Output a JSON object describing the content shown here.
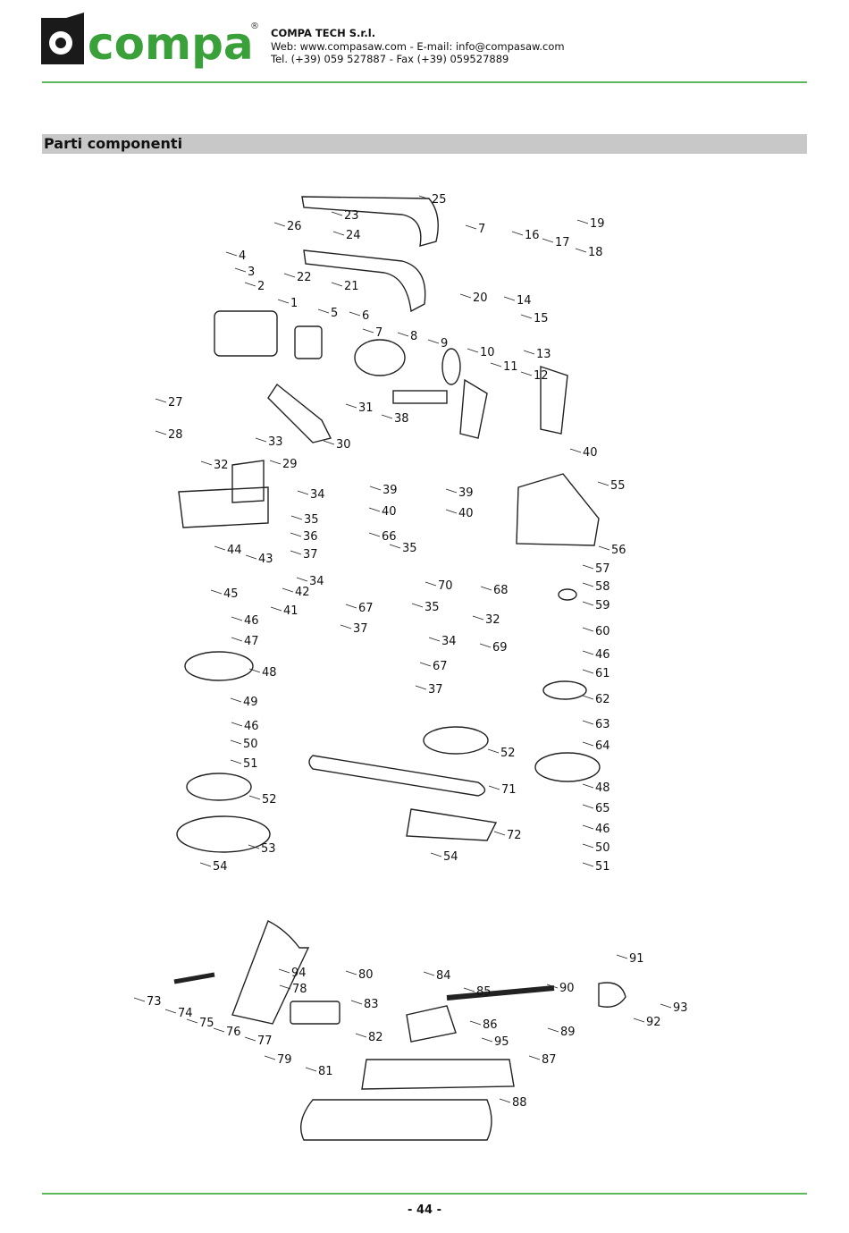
{
  "header": {
    "logo_text": "compa",
    "logo_mark": "®",
    "company_name": "COMPA TECH S.r.l.",
    "web_line": "Web: www.compasaw.com - E-mail: info@compasaw.com",
    "tel_line": "Tel. (+39) 059 527887 - Fax (+39) 059527889"
  },
  "section_title": "Parti componenti",
  "diagram": {
    "part_numbers": [
      "1",
      "2",
      "3",
      "4",
      "5",
      "6",
      "7",
      "8",
      "9",
      "10",
      "11",
      "12",
      "13",
      "14",
      "15",
      "16",
      "17",
      "18",
      "19",
      "20",
      "21",
      "22",
      "23",
      "24",
      "25",
      "26",
      "27",
      "28",
      "29",
      "30",
      "31",
      "32",
      "33",
      "34",
      "35",
      "36",
      "37",
      "38",
      "39",
      "40",
      "41",
      "42",
      "43",
      "44",
      "45",
      "46",
      "47",
      "48",
      "49",
      "50",
      "51",
      "52",
      "53",
      "54",
      "55",
      "56",
      "57",
      "58",
      "59",
      "60",
      "61",
      "62",
      "63",
      "64",
      "65",
      "66",
      "67",
      "68",
      "69",
      "70",
      "71",
      "72",
      "73",
      "74",
      "75",
      "76",
      "77",
      "78",
      "79",
      "80",
      "81",
      "82",
      "83",
      "84",
      "85",
      "86",
      "87",
      "88",
      "89",
      "90",
      "91",
      "92",
      "93",
      "94",
      "95"
    ]
  },
  "footer": {
    "page": "- 44 -"
  },
  "colors": {
    "brand_green": "#3aa03a",
    "rule_green": "#5cb85c",
    "section_grey": "#c8c8c8"
  }
}
